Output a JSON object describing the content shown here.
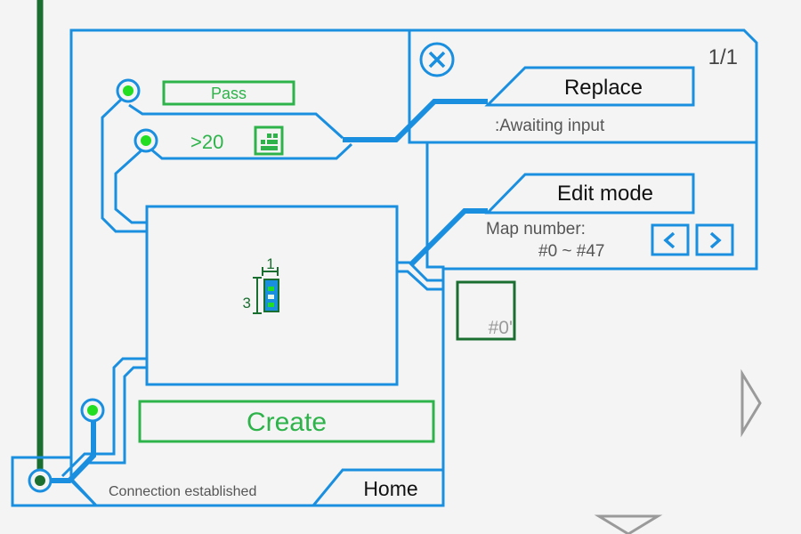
{
  "colors": {
    "background": "#f4f4f4",
    "frame_blue": "#1a8fe0",
    "accent_green": "#2db34a",
    "node_green": "#22dd22",
    "dark_green": "#1a6e30",
    "gray_text": "#555555",
    "arrow_gray": "#9a9a9a"
  },
  "header": {
    "page_counter": "1/1",
    "close_icon": "close-icon"
  },
  "left_panel": {
    "pass_label": "Pass",
    "threshold_label": ">20",
    "grid_icon": "grid-add-icon",
    "preview": {
      "width_value": "1",
      "height_value": "3"
    },
    "create_label": "Create"
  },
  "replace_panel": {
    "title": "Replace",
    "status": ":Awaiting input"
  },
  "edit_panel": {
    "title": "Edit mode",
    "map_number_label": "Map number:",
    "map_range": "#0 ~ #47",
    "prev_icon": "chevron-left-icon",
    "next_icon": "chevron-right-icon"
  },
  "map_slot": {
    "label": "#0'"
  },
  "footer": {
    "connection_status": "Connection established",
    "home_label": "Home"
  },
  "nav": {
    "right_arrow_icon": "triangle-right-icon",
    "down_arrow_icon": "triangle-down-icon"
  }
}
